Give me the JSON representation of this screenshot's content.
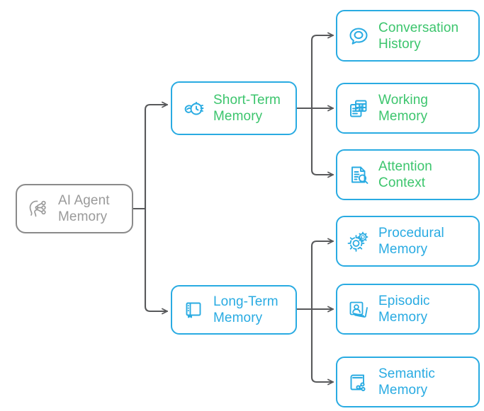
{
  "diagram": {
    "title": "AI Agent Memory",
    "type": "tree-mindmap",
    "colors": {
      "accent_blue": "#29abe2",
      "accent_green": "#3cc56d",
      "root_gray": "#9a9a9a",
      "edge_gray": "#58595b",
      "background": "#ffffff"
    },
    "root": {
      "label": "AI Agent\nMemory",
      "icon": "ai-brain-circuit-icon",
      "text_color": "#9a9a9a",
      "border_color": "#8a8a8a"
    },
    "branches": [
      {
        "id": "short-term-memory",
        "label": "Short-Term\nMemory",
        "icon": "hand-stopwatch-icon",
        "text_color": "#3cc56d",
        "border_color": "#29abe2",
        "children": [
          {
            "id": "conversation-history",
            "label": "Conversation\nHistory",
            "icon": "speech-bubble-icon",
            "text_color": "#3cc56d",
            "border_color": "#29abe2"
          },
          {
            "id": "working-memory",
            "label": "Working\nMemory",
            "icon": "documents-grid-icon",
            "text_color": "#3cc56d",
            "border_color": "#29abe2"
          },
          {
            "id": "attention-context",
            "label": "Attention\nContext",
            "icon": "document-magnifier-icon",
            "text_color": "#3cc56d",
            "border_color": "#29abe2"
          }
        ]
      },
      {
        "id": "long-term-memory",
        "label": "Long-Term\nMemory",
        "icon": "book-icon",
        "text_color": "#29abe2",
        "border_color": "#29abe2",
        "children": [
          {
            "id": "procedural-memory",
            "label": "Procedural\nMemory",
            "icon": "gears-icon",
            "text_color": "#29abe2",
            "border_color": "#29abe2"
          },
          {
            "id": "episodic-memory",
            "label": "Episodic\nMemory",
            "icon": "photo-stack-person-icon",
            "text_color": "#29abe2",
            "border_color": "#29abe2"
          },
          {
            "id": "semantic-memory",
            "label": "Semantic\nMemory",
            "icon": "book-network-icon",
            "text_color": "#29abe2",
            "border_color": "#29abe2"
          }
        ]
      }
    ]
  }
}
